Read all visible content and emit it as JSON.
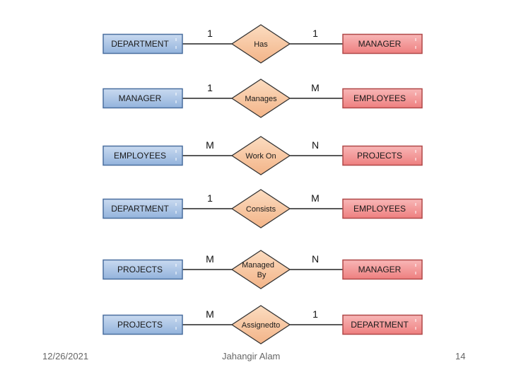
{
  "rows": [
    {
      "left": "DEPARTMENT",
      "relationship": [
        "Has"
      ],
      "right": "MANAGER",
      "left_card": "1",
      "right_card": "1"
    },
    {
      "left": "MANAGER",
      "relationship": [
        "Manages"
      ],
      "right": "EMPLOYEES",
      "left_card": "1",
      "right_card": "M"
    },
    {
      "left": "EMPLOYEES",
      "relationship": [
        "Work On"
      ],
      "right": "PROJECTS",
      "left_card": "M",
      "right_card": "N"
    },
    {
      "left": "DEPARTMENT",
      "relationship": [
        "Consists"
      ],
      "right": "EMPLOYEES",
      "left_card": "1",
      "right_card": "M"
    },
    {
      "left": "PROJECTS",
      "relationship": [
        "Managed",
        "By"
      ],
      "right": "MANAGER",
      "left_card": "M",
      "right_card": "N"
    },
    {
      "left": "PROJECTS",
      "relationship": [
        "Assignedto"
      ],
      "right": "DEPARTMENT",
      "left_card": "M",
      "right_card": "1"
    }
  ],
  "footer": {
    "date": "12/26/2021",
    "author": "Jahangir Alam",
    "page": "14"
  },
  "colors": {
    "left_entity_fill": "#a9c4e6",
    "left_entity_stroke": "#4a6f9f",
    "right_entity_fill": "#f59a9a",
    "right_entity_stroke": "#b04848",
    "relationship_fill": "#f7c8a0",
    "relationship_stroke": "#333333",
    "line": "#222222"
  }
}
